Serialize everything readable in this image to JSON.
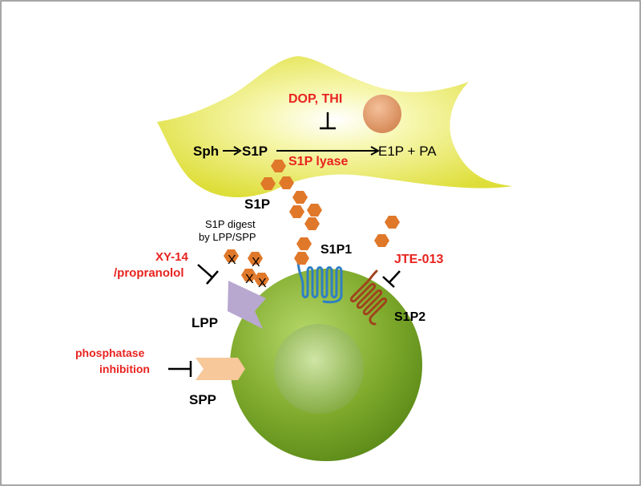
{
  "labels": {
    "dop_thi": "DOP, THI",
    "sph": "Sph",
    "s1p_main": "S1P",
    "products": "E1P + PA",
    "s1p_lyase": "S1P lyase",
    "s1p_free": "S1P",
    "digest_line1": "S1P digest",
    "digest_line2": "by LPP/SPP",
    "xy14_line1": "XY-14",
    "xy14_line2": "/propranolol",
    "s1p1": "S1P1",
    "jte": "JTE-013",
    "lpp": "LPP",
    "s1p2": "S1P2",
    "phosphatase_line1": "phosphatase",
    "phosphatase_line2": "inhibition",
    "spp": "SPP",
    "x_mark": "X"
  },
  "colors": {
    "red_text": "#e8231f",
    "black_text": "#000000",
    "hexagon": "#e0782a",
    "cell_green": "#7aa82a",
    "lpp_fill": "#b8a8d0",
    "spp_fill": "#f6c89a",
    "s1p1_receptor": "#2f7fc4",
    "s1p2_receptor": "#a0431c",
    "endothelial_yellow": "#e8e84a"
  }
}
